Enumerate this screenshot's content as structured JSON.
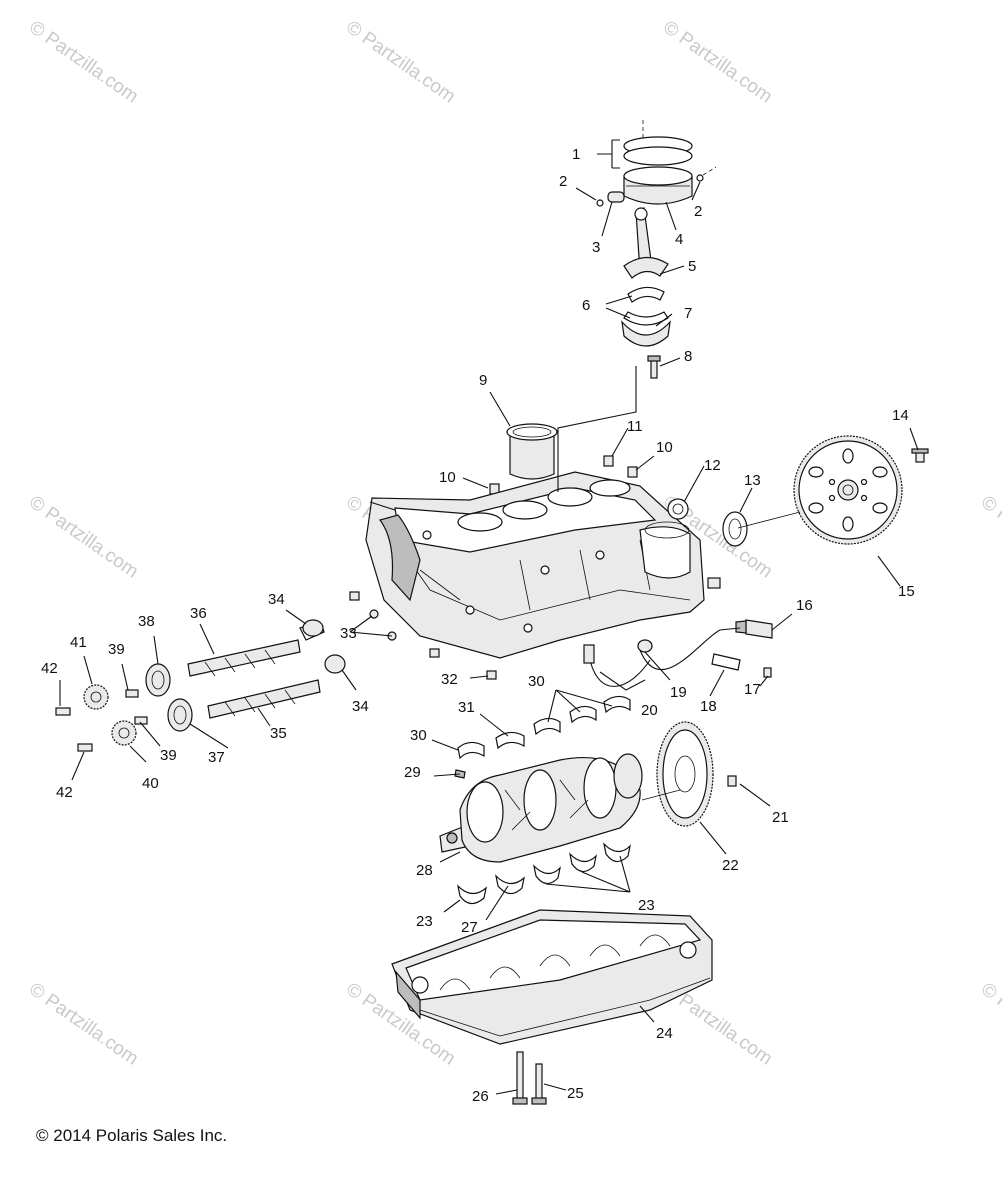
{
  "copyright": "© 2014 Polaris Sales Inc.",
  "watermark": "© Partzilla.com",
  "callouts": [
    "1",
    "2",
    "2",
    "3",
    "4",
    "5",
    "6",
    "7",
    "8",
    "9",
    "10",
    "10",
    "11",
    "12",
    "13",
    "14",
    "15",
    "16",
    "17",
    "18",
    "19",
    "20",
    "21",
    "22",
    "23",
    "23",
    "23",
    "24",
    "25",
    "26",
    "27",
    "28",
    "29",
    "30",
    "30",
    "31",
    "32",
    "33",
    "34",
    "34",
    "35",
    "36",
    "37",
    "38",
    "39",
    "39",
    "40",
    "41",
    "42",
    "42"
  ],
  "palette": {
    "line": "#111111",
    "shade": "#bdbdbd",
    "light": "#eaeaea",
    "watermark": "#c9c9c9"
  }
}
